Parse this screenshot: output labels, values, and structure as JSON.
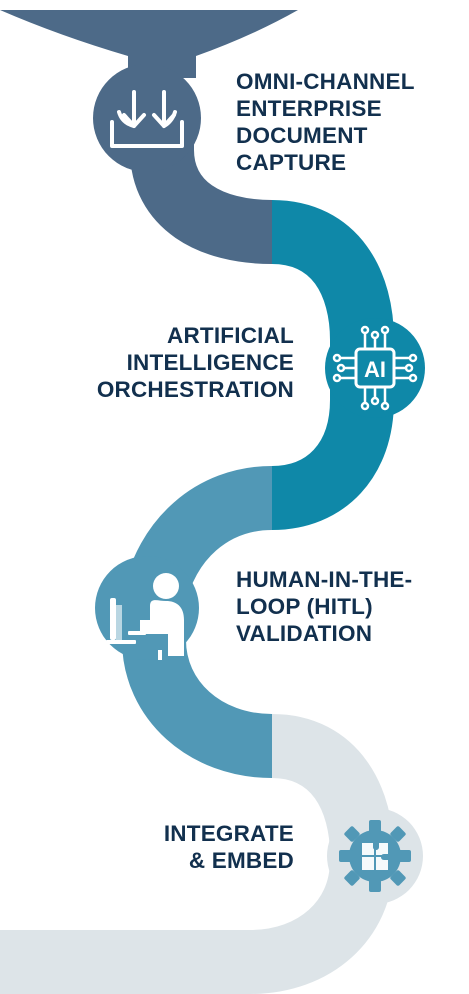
{
  "colors": {
    "stage1": "#4d6a88",
    "stage2": "#0f88a8",
    "stage3": "#5198b6",
    "stage4": "#dde4e8",
    "text": "#12304e"
  },
  "steps": [
    {
      "label": "OMNI-CHANNEL\nENTERPRISE\nDOCUMENT\nCAPTURE",
      "icon": "download-tray-icon"
    },
    {
      "label": "ARTIFICIAL\nINTELLIGENCE\nORCHESTRATION",
      "icon": "ai-chip-icon",
      "icon_text": "AI"
    },
    {
      "label": "HUMAN-IN-THE-\nLOOP (HITL)\nVALIDATION",
      "icon": "person-at-computer-icon"
    },
    {
      "label": "INTEGRATE\n& EMBED",
      "icon": "puzzle-gear-icon"
    }
  ]
}
